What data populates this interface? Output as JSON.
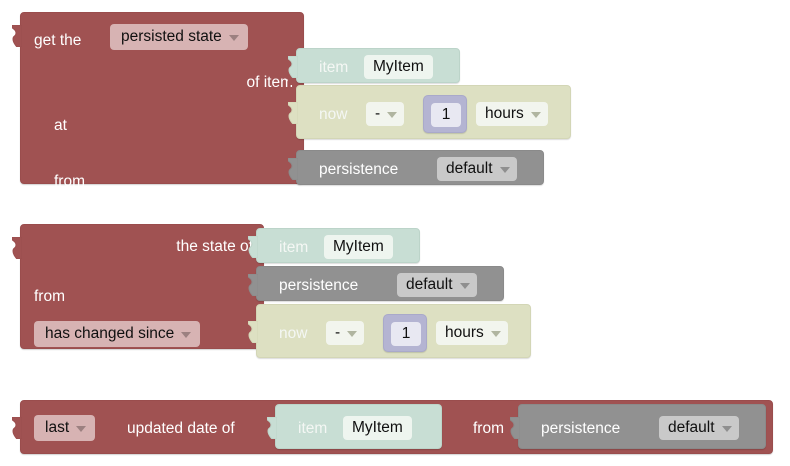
{
  "app": {
    "title": "openHAB Blockly persistence blocks",
    "background": "#ffffff"
  },
  "palette": {
    "statement_red": "#a05252",
    "item_teal": "#c8ded4",
    "datetime_olive": "#dde0c2",
    "persistence_gray": "#919191",
    "math_lavender": "#b4b4d2",
    "field_pink": "#d7b3b3",
    "field_pale": "#f2f5ee",
    "field_lightgray": "#c9c9c9",
    "text_on_block": "#ffffff",
    "text_in_field": "#101010"
  },
  "blocks": [
    {
      "id": "get-persisted-state",
      "kind": "statement",
      "rows": [
        {
          "prefix": "get the",
          "dropdown": {
            "value": "persisted state",
            "icon": "chevron-down-icon"
          }
        },
        {
          "label": "of item",
          "child": {
            "id": "item-block-1",
            "kind": "item",
            "label": "item",
            "field": "MyItem"
          }
        },
        {
          "label": "at",
          "child": {
            "id": "datetime-block-1",
            "kind": "datetime",
            "label": "now",
            "operator": {
              "value": "-",
              "icon": "chevron-down-icon"
            },
            "amount": {
              "id": "math-number-1",
              "kind": "math",
              "value": "1"
            },
            "unit": {
              "value": "hours",
              "icon": "chevron-down-icon"
            }
          }
        },
        {
          "label": "from",
          "child": {
            "id": "persistence-block-1",
            "kind": "persistence",
            "label": "persistence",
            "dropdown": {
              "value": "default",
              "icon": "chevron-down-icon"
            }
          }
        }
      ]
    },
    {
      "id": "state-has-changed-since",
      "kind": "statement",
      "rows": [
        {
          "label": "the state of",
          "child": {
            "id": "item-block-2",
            "kind": "item",
            "label": "item",
            "field": "MyItem"
          }
        },
        {
          "label": "from",
          "child": {
            "id": "persistence-block-2",
            "kind": "persistence",
            "label": "persistence",
            "dropdown": {
              "value": "default",
              "icon": "chevron-down-icon"
            }
          }
        },
        {
          "dropdown": {
            "value": "has changed since",
            "icon": "chevron-down-icon"
          },
          "child": {
            "id": "datetime-block-2",
            "kind": "datetime",
            "label": "now",
            "operator": {
              "value": "-",
              "icon": "chevron-down-icon"
            },
            "amount": {
              "id": "math-number-2",
              "kind": "math",
              "value": "1"
            },
            "unit": {
              "value": "hours",
              "icon": "chevron-down-icon"
            }
          }
        }
      ]
    },
    {
      "id": "last-updated-date-of",
      "kind": "statement",
      "rows": [
        {
          "dropdown": {
            "value": "last",
            "icon": "chevron-down-icon"
          },
          "label": "updated date of",
          "child": {
            "id": "item-block-3",
            "kind": "item",
            "label": "item",
            "field": "MyItem"
          },
          "label2": "from",
          "child2": {
            "id": "persistence-block-3",
            "kind": "persistence",
            "label": "persistence",
            "dropdown": {
              "value": "default",
              "icon": "chevron-down-icon"
            }
          }
        }
      ]
    }
  ]
}
